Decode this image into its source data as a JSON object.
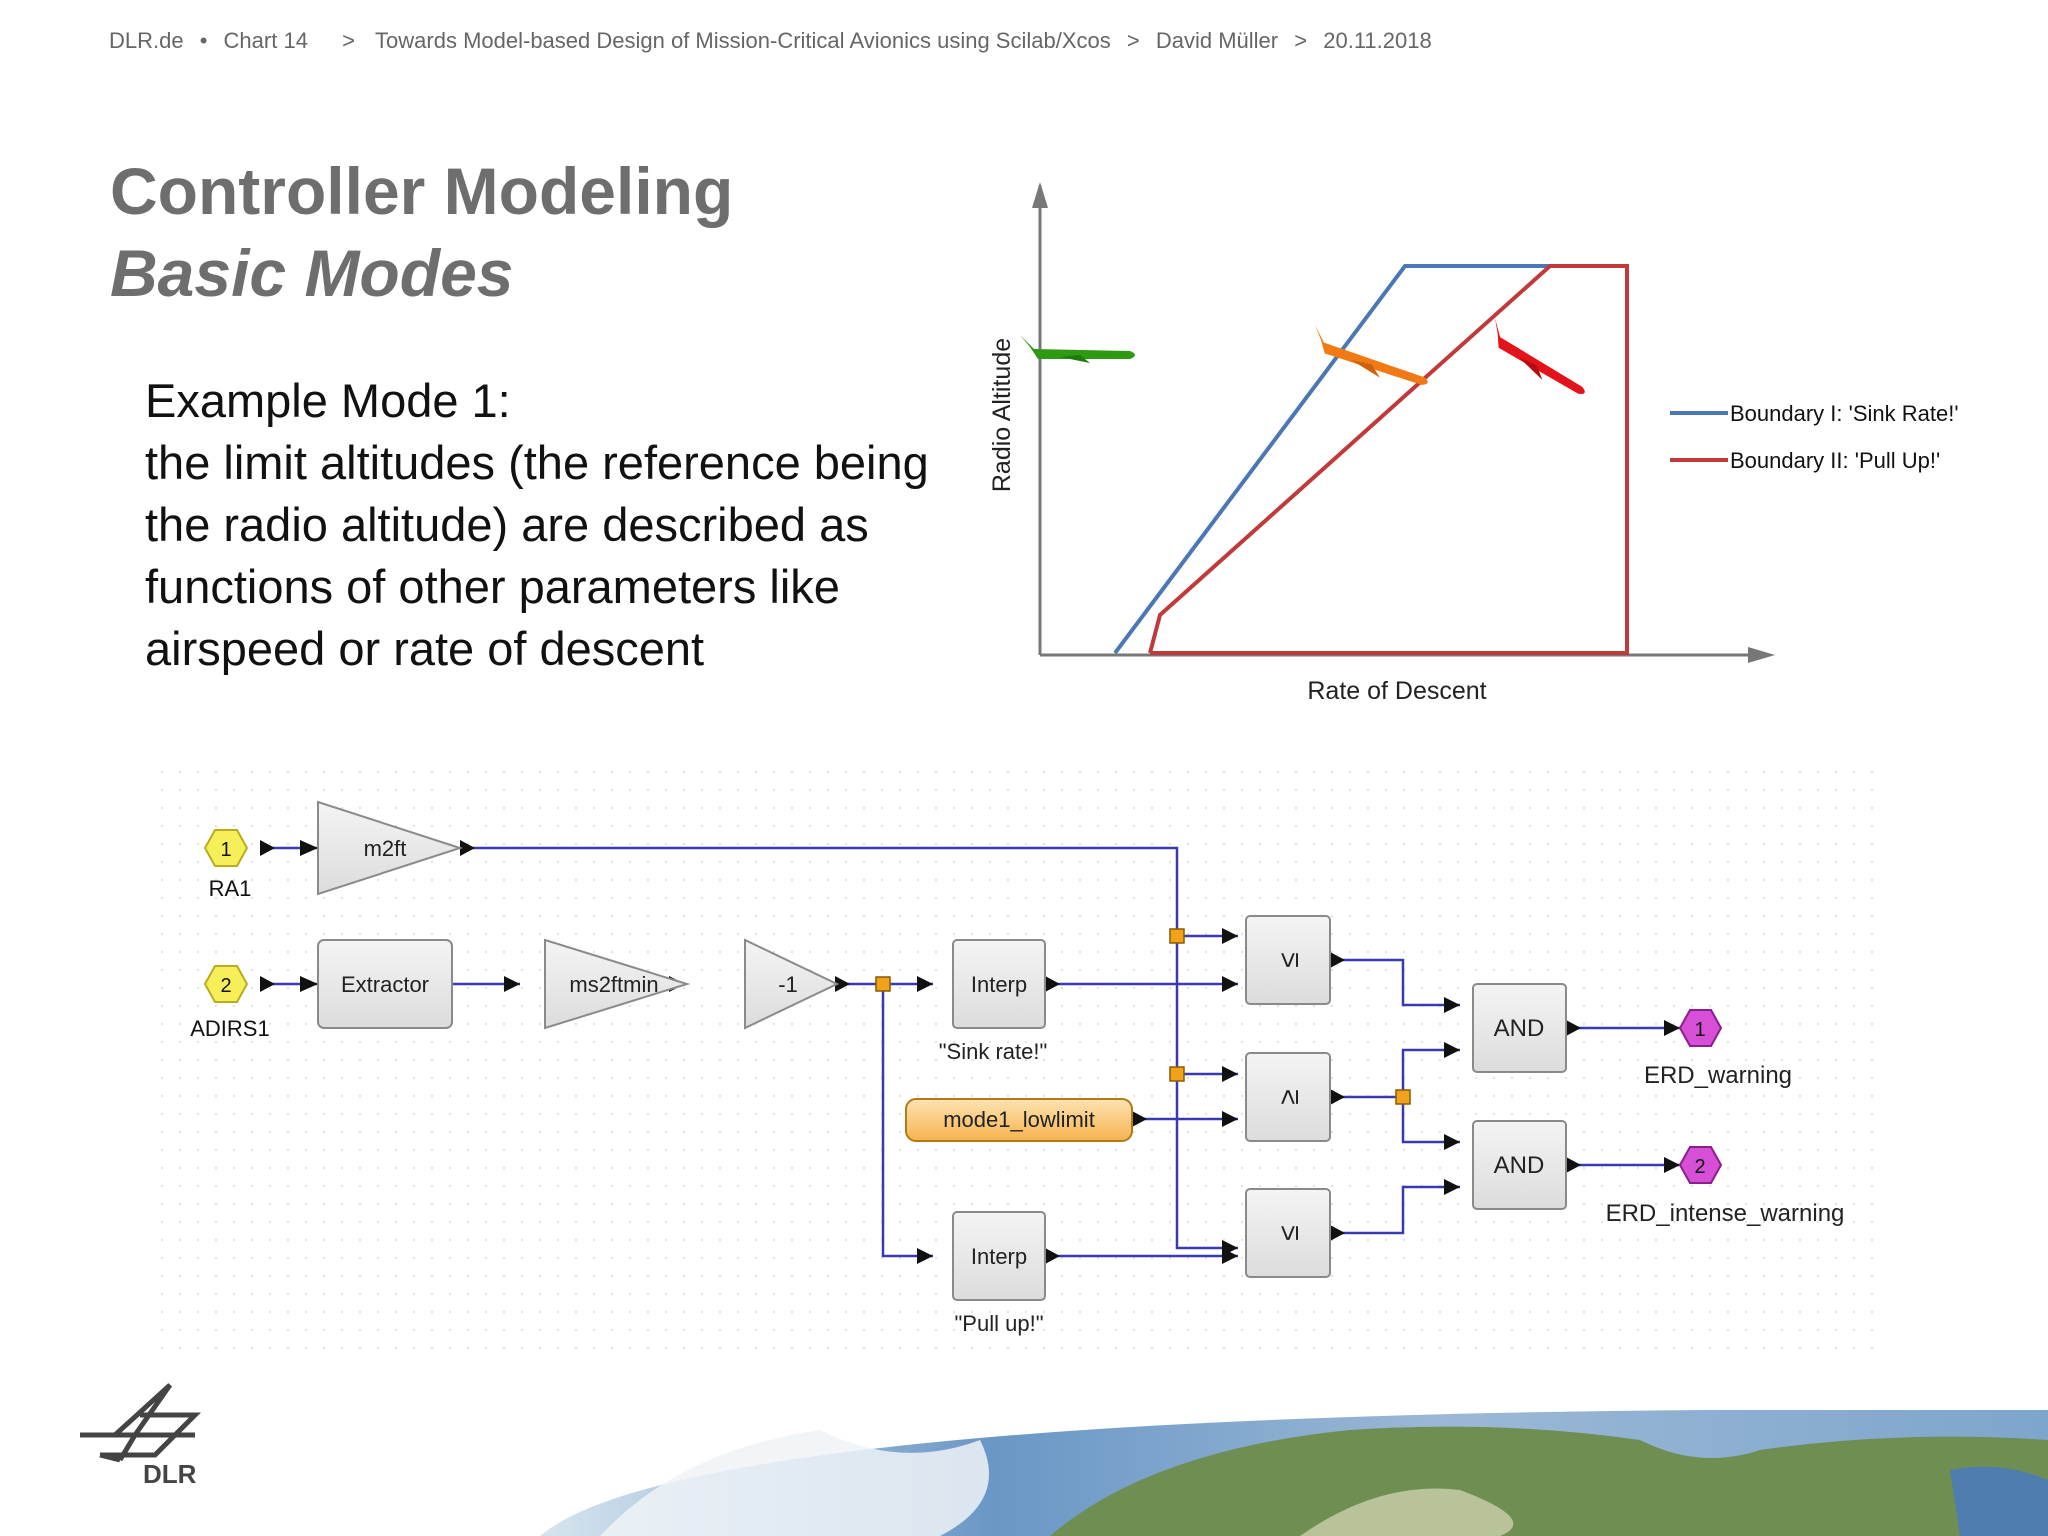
{
  "header": {
    "site": "DLR.de",
    "bullet": "•",
    "chart": "Chart 14",
    "arrow": ">",
    "talk": "Towards Model-based Design of Mission-Critical Avionics using Scilab/Xcos",
    "author": "David Müller",
    "date": "20.11.2018"
  },
  "title": {
    "main": "Controller Modeling",
    "sub": "Basic Modes"
  },
  "body": {
    "line1": "Example Mode 1:",
    "line2": "the limit altitudes (the reference being the radio altitude) are described as functions of other parameters like airspeed or rate of descent"
  },
  "chart_data": {
    "type": "line",
    "title": "",
    "xlabel": "Rate of Descent",
    "ylabel": "Radio Altitude",
    "series": [
      {
        "name": "Boundary I: 'Sink Rate!'",
        "color": "#4a78b5"
      },
      {
        "name": "Boundary II: 'Pull Up!'",
        "color": "#c0393b"
      }
    ],
    "icons": [
      "plane-green",
      "plane-orange",
      "plane-red"
    ]
  },
  "diagram": {
    "inputs": [
      {
        "num": "1",
        "label": "RA1"
      },
      {
        "num": "2",
        "label": "ADIRS1"
      }
    ],
    "blocks": {
      "gain_m2ft": "m2ft",
      "extractor": "Extractor",
      "gain_ms2ftmin": "ms2ftmin",
      "gain_neg": "-1",
      "interp1": "Interp",
      "interp1_caption": "\"Sink rate!\"",
      "constant": "mode1_lowlimit",
      "interp2": "Interp",
      "interp2_caption": "\"Pull up!\"",
      "cmp1": "≤",
      "cmp2": "≥",
      "cmp3": "≤",
      "and1": "AND",
      "and2": "AND"
    },
    "outputs": [
      {
        "num": "1",
        "label": "ERD_warning"
      },
      {
        "num": "2",
        "label": "ERD_intense_warning"
      }
    ]
  },
  "logo": {
    "text": "DLR"
  },
  "colors": {
    "wire": "#3a3ab0",
    "block_fill": "#e8e8e8",
    "input_port": "#f7ef5a",
    "output_port": "#d64fd6",
    "constant": "#f9c469"
  }
}
